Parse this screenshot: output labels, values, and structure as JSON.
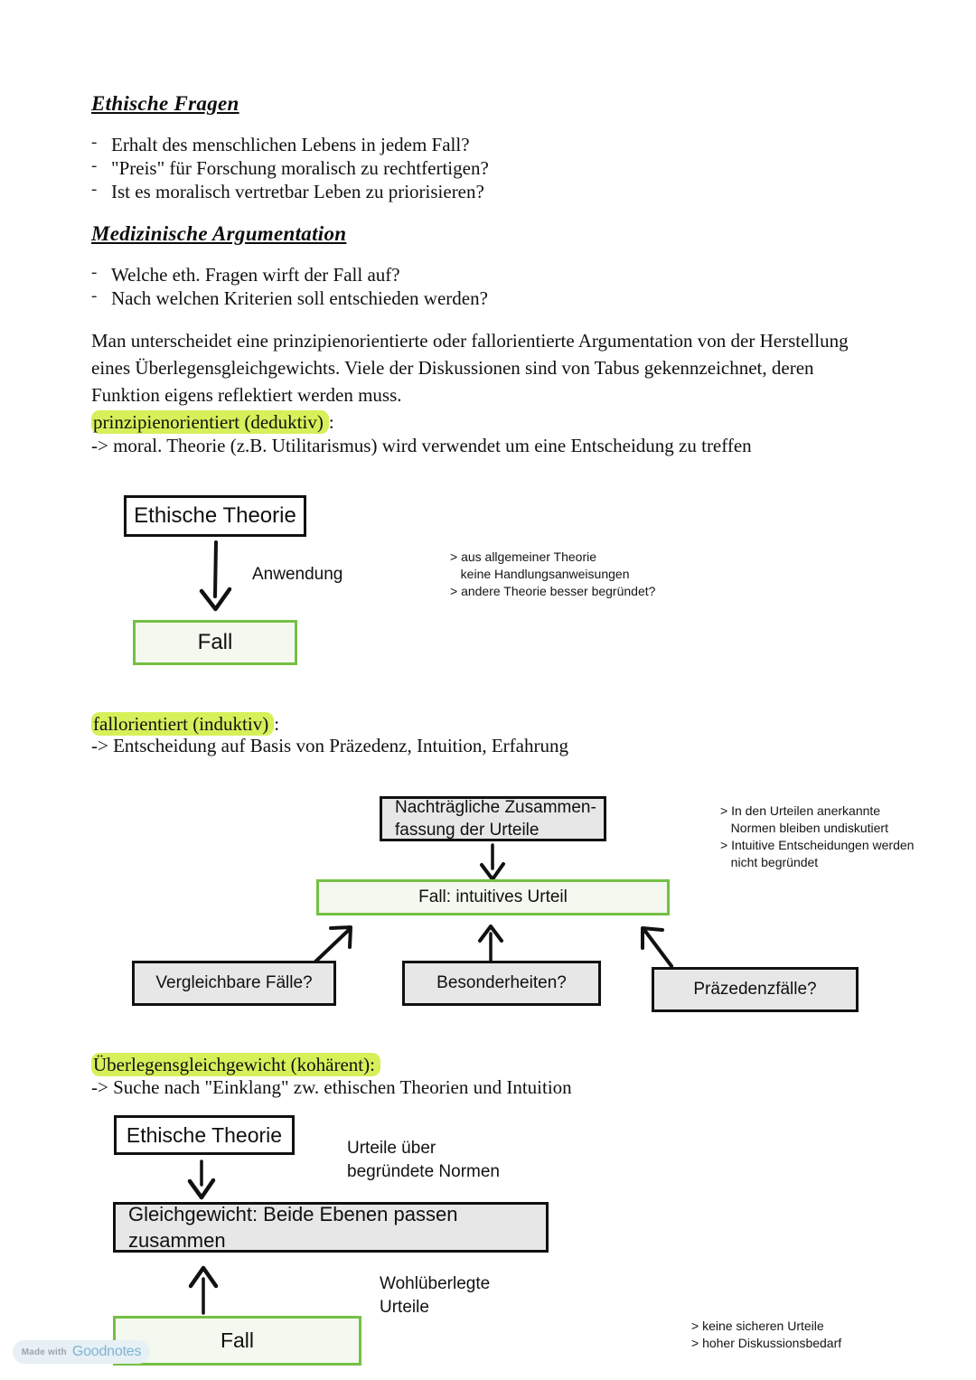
{
  "document": {
    "title": "Ethische Fragen / Medizinische Argumentation",
    "accent_green": "#74c044",
    "highlight_yellow": "#d6f05a",
    "box_gray": "#e7e7e7"
  },
  "section1": {
    "heading": "Ethische Fragen",
    "bullets": [
      "Erhalt des menschlichen Lebens in jedem Fall?",
      "\"Preis\" für Forschung moralisch zu rechtfertigen?",
      "Ist es moralisch vertretbar Leben zu priorisieren?"
    ],
    "dash": "-"
  },
  "section2": {
    "heading": "Medizinische Argumentation",
    "bullets": [
      "Welche eth. Fragen wirft der Fall auf?",
      "Nach welchen Kriterien soll entschieden werden?"
    ],
    "paragraph": "Man unterscheidet eine prinzipienorientierte oder fallorientierte Argumentation von der Herstellung eines Überlegensgleichgewichts. Viele der Diskussionen sind von Tabus gekennzeichnet, deren Funktion eigens reflektiert werden muss."
  },
  "block_deduktiv": {
    "label_highlighted": "prinzipienorientiert (deduktiv)",
    "label_suffix": ":",
    "explanation": "-> moral. Theorie (z.B. Utilitarismus) wird verwendet um eine Entscheidung zu treffen",
    "diagram": {
      "box_theory": "Ethische Theorie",
      "box_case": "Fall",
      "arrow_label": "Anwendung",
      "notes": "> aus allgemeiner Theorie\n   keine Handlungsanweisungen\n> andere Theorie besser begründet?"
    }
  },
  "block_induktiv": {
    "label_highlighted": "fallorientiert (induktiv)",
    "label_suffix": ":",
    "explanation": "-> Entscheidung auf Basis von Präzedenz, Intuition, Erfahrung",
    "diagram": {
      "box_summary": "Nachträgliche Zusammen-\nfassung der Urteile",
      "box_case": "Fall: intuitives Urteil",
      "box_compare": "Vergleichbare Fälle?",
      "box_special": "Besonderheiten?",
      "box_precedent": "Präzedenzfälle?",
      "notes": "> In den Urteilen anerkannte\n   Normen bleiben undiskutiert\n> Intuitive Entscheidungen werden\n   nicht begründet"
    }
  },
  "block_koharent": {
    "label_highlighted": "Überlegensgleichgewicht (kohärent):",
    "explanation": "-> Suche nach \"Einklang\" zw. ethischen Theorien und Intuition",
    "diagram": {
      "box_theory": "Ethische Theorie",
      "box_balance": "Gleichgewicht: Beide Ebenen passen\nzusammen",
      "box_case": "Fall",
      "label_top": "Urteile über\nbegründete Normen",
      "label_bottom": "Wohlüberlegte\nUrteile",
      "notes": "> keine sicheren Urteile\n> hoher Diskussionsbedarf"
    }
  },
  "watermark": {
    "made_with": "Made with",
    "brand": "Goodnotes"
  }
}
